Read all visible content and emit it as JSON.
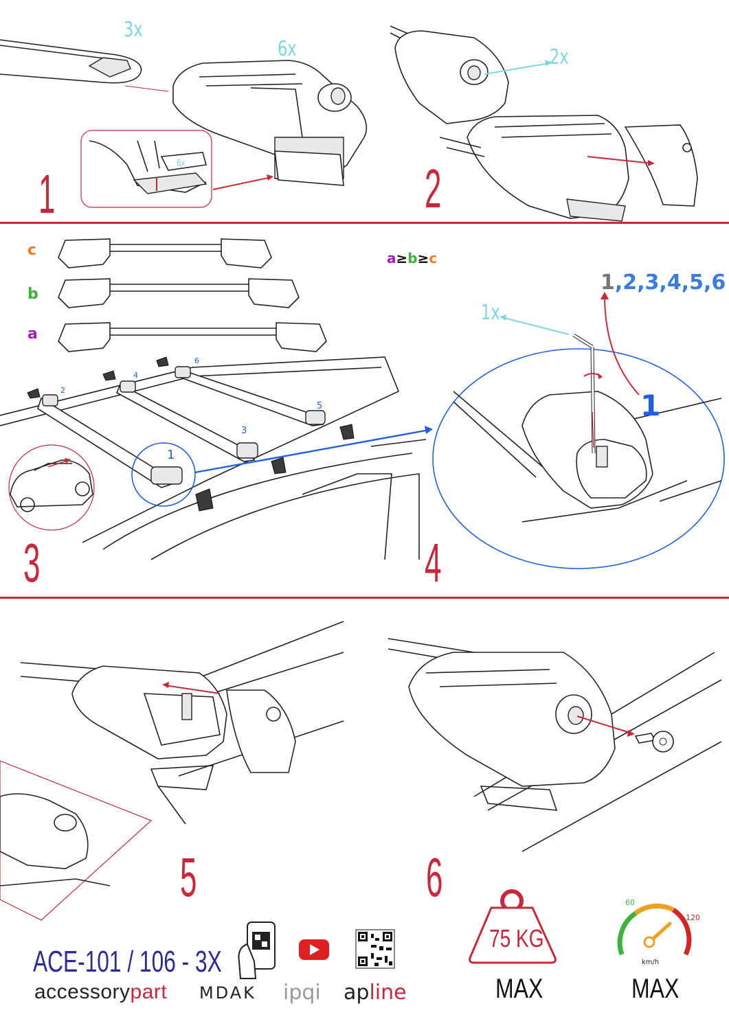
{
  "steps": [
    {
      "number": "1"
    },
    {
      "number": "2"
    },
    {
      "number": "3"
    },
    {
      "number": "4"
    },
    {
      "number": "5"
    },
    {
      "number": "6"
    }
  ],
  "step1": {
    "bar_qty": "3x",
    "foot_qty": "6x",
    "pad_qty": "6x"
  },
  "step2": {
    "lock_qty": "2x"
  },
  "step3": {
    "bar_labels": [
      "c",
      "b",
      "a"
    ],
    "bar_label_colors": [
      "#f07d1e",
      "#3cb33c",
      "#a11fb7"
    ],
    "order_rule": {
      "a": "a",
      "ge1": "≥",
      "b": "b",
      "ge2": "≥",
      "c": "c"
    },
    "foot_numbers": [
      "2",
      "4",
      "6",
      "5",
      "3",
      "1"
    ]
  },
  "step4": {
    "key_qty": "1x",
    "sequence": {
      "first": "1",
      "rest": ",2,3,4,5,6"
    },
    "detail_number": "1"
  },
  "footer": {
    "model": "ACE-101 / 106 - 3X",
    "brand1_a": "accessory",
    "brand1_b": "part",
    "brand2": "MDAK",
    "brand3": "ipqi",
    "brand4_a": "ap",
    "brand4_b": "line",
    "weight": "75 KG",
    "weight_max": "MAX",
    "speed_60": "60",
    "speed_120": "120",
    "speed_unit": "km/h",
    "speed_max": "MAX"
  },
  "colors": {
    "accent_red": "#c8283a",
    "blue": "#1f5fe0",
    "cyan": "#7fd6e3",
    "navy": "#2b2b95"
  }
}
